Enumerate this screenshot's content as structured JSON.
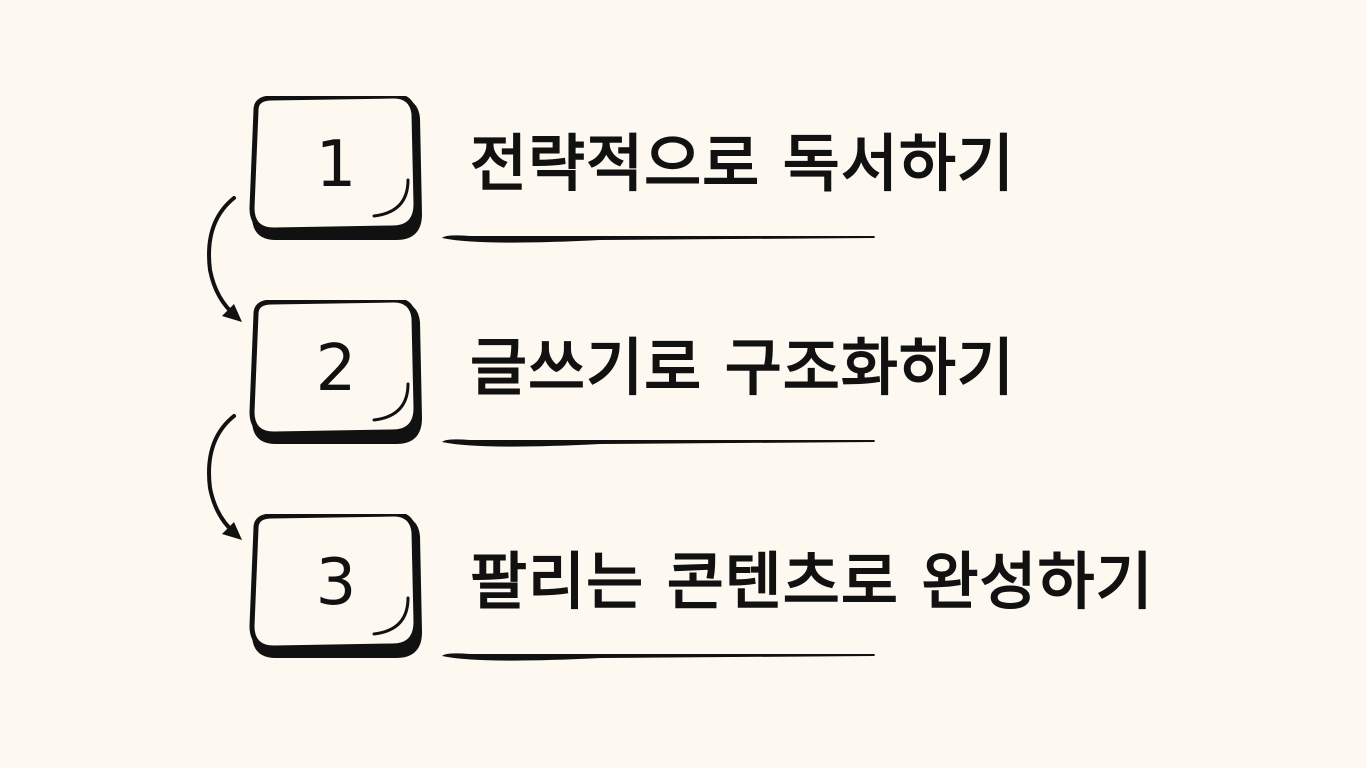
{
  "colors": {
    "background": "#fdf8f0",
    "ink": "#111111",
    "badge_fill": "#fdf8f0"
  },
  "steps": [
    {
      "number": "1",
      "title": "전략적으로 독서하기"
    },
    {
      "number": "2",
      "title": "글쓰기로 구조화하기"
    },
    {
      "number": "3",
      "title": "팔리는 콘텐츠로 완성하기"
    }
  ]
}
